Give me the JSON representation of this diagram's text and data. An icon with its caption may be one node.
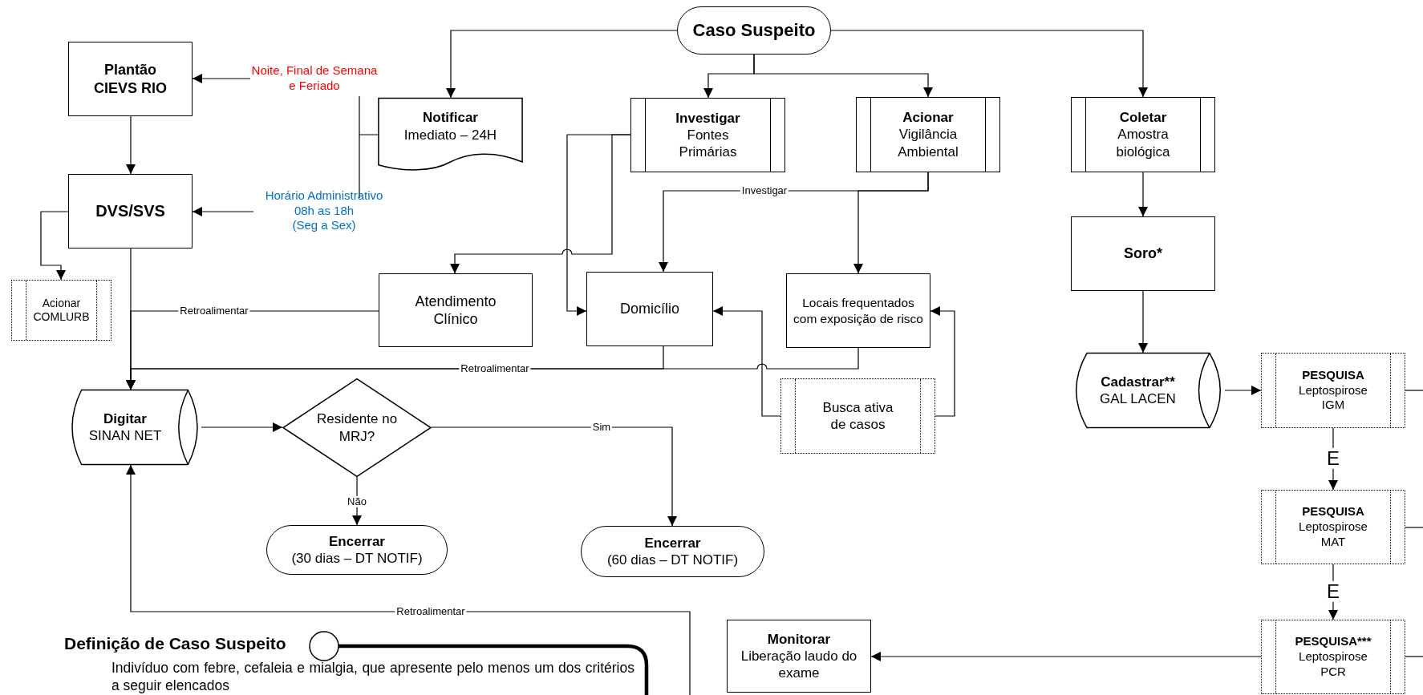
{
  "diagram": {
    "nodes": [
      {
        "text": [
          "Caso Suspeito"
        ]
      },
      {
        "text": [
          "Plantão CIEVS RIO"
        ]
      },
      {
        "text": [
          "Noite, Final de Semana e Feriado"
        ]
      },
      {
        "text": [
          "Notificar",
          "Imediato – 24H"
        ]
      },
      {
        "text": [
          "Investigar",
          "Fontes Primárias"
        ]
      },
      {
        "text": [
          "Acionar",
          "Vigilância Ambiental"
        ]
      },
      {
        "text": [
          "Coletar",
          "Amostra biológica"
        ]
      },
      {
        "text": [
          "DVS/SVS"
        ]
      },
      {
        "text": [
          "Horário Administrativo",
          "08h as 18h",
          "(Seg a Sex)"
        ]
      },
      {
        "text": [
          "Soro*"
        ]
      },
      {
        "text": [
          "Acionar COMLURB"
        ]
      },
      {
        "text": [
          "Atendimento Clínico"
        ]
      },
      {
        "text": [
          "Domicílio"
        ]
      },
      {
        "text": [
          "Locais frequentados com exposição de risco"
        ]
      },
      {
        "text": [
          "Cadastrar**",
          "GAL LACEN"
        ]
      },
      {
        "text": [
          "PESQUISA",
          "Leptospirose IGM"
        ]
      },
      {
        "text": [
          "Busca ativa de casos"
        ]
      },
      {
        "text": [
          "Digitar",
          "SINAN NET"
        ]
      },
      {
        "text": [
          "Residente no MRJ?"
        ]
      },
      {
        "text": [
          "Encerrar",
          "(30 dias – DT NOTIF)"
        ]
      },
      {
        "text": [
          "Encerrar",
          "(60 dias – DT NOTIF)"
        ]
      },
      {
        "text": [
          "PESQUISA",
          "Leptospirose MAT"
        ]
      },
      {
        "text": [
          "Definição de Caso Suspeito",
          "Indivíduo com febre, cefaleia e mialgia, que apresente pelo menos um dos critérios a seguir elencados"
        ]
      },
      {
        "text": [
          "Monitorar",
          "Liberação laudo do exame"
        ]
      },
      {
        "text": [
          "PESQUISA***",
          "Leptospirose PCR"
        ]
      }
    ],
    "edges": [
      {
        "from": 0,
        "to": 3,
        "arrow": "to"
      },
      {
        "from": 0,
        "to": 4,
        "arrow": "to"
      },
      {
        "from": 0,
        "to": 5,
        "arrow": "to"
      },
      {
        "from": 0,
        "to": 6,
        "arrow": "to"
      },
      {
        "from": 1,
        "to": 7,
        "arrow": "to"
      },
      {
        "from": 2,
        "to": 1,
        "arrow": "to"
      },
      {
        "from": 8,
        "to": 7,
        "arrow": "to"
      },
      {
        "from": 7,
        "to": 10,
        "arrow": "to"
      },
      {
        "from": 7,
        "to": 17,
        "arrow": "to"
      },
      {
        "from": 11,
        "to": 17,
        "arrow": "to",
        "label": "Retroalimentar"
      },
      {
        "from": 12,
        "to": 17,
        "arrow": "to",
        "label": "Retroalimentar"
      },
      {
        "from": 13,
        "to": 17,
        "arrow": "to"
      },
      {
        "from": 4,
        "to": 11,
        "arrow": "to"
      },
      {
        "from": 4,
        "to": 12,
        "arrow": "to"
      },
      {
        "from": 5,
        "to": 12,
        "arrow": "to",
        "label": "Investigar"
      },
      {
        "from": 5,
        "to": 13,
        "arrow": "to"
      },
      {
        "from": 16,
        "to": 12,
        "arrow": "to"
      },
      {
        "from": 16,
        "to": 13,
        "arrow": "to"
      },
      {
        "from": 6,
        "to": 9,
        "arrow": "to"
      },
      {
        "from": 9,
        "to": 14,
        "arrow": "to"
      },
      {
        "from": 14,
        "to": 15,
        "arrow": "to"
      },
      {
        "from": 15,
        "to": 21,
        "arrow": "to",
        "label": "E"
      },
      {
        "from": 21,
        "to": 24,
        "arrow": "to",
        "label": "E"
      },
      {
        "from": 24,
        "to": 23,
        "arrow": "to"
      },
      {
        "from": 15,
        "to": null,
        "arrow": "none"
      },
      {
        "from": 21,
        "to": null,
        "arrow": "none"
      },
      {
        "from": 24,
        "to": null,
        "arrow": "none"
      },
      {
        "from": 17,
        "to": 18,
        "arrow": "to"
      },
      {
        "from": 18,
        "to": 19,
        "arrow": "to",
        "label": "Não"
      },
      {
        "from": 18,
        "to": 20,
        "arrow": "to",
        "label": "Sim"
      },
      {
        "from": null,
        "to": 17,
        "arrow": "to",
        "label": "Retroalimentar"
      }
    ]
  }
}
